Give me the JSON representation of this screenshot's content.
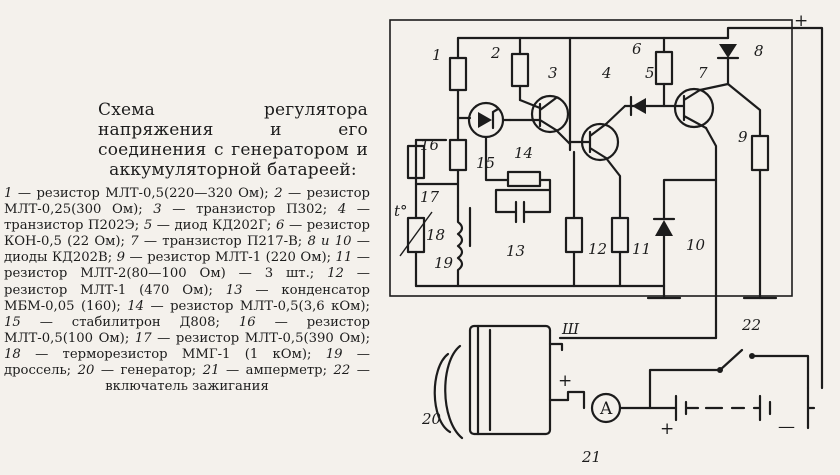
{
  "caption": {
    "title": "Схема регулятора напряжения и его соединения с генератором и аккумуляторной батареей:",
    "legend": [
      {
        "num": "1",
        "text": "резистор МЛТ-0,5(220—320 Ом);"
      },
      {
        "num": "2",
        "text": "резистор МЛТ-0,25(300 Ом);"
      },
      {
        "num": "3",
        "text": "транзистор П302;"
      },
      {
        "num": "4",
        "text": "транзистор П202Э;"
      },
      {
        "num": "5",
        "text": "диод КД202Г;"
      },
      {
        "num": "6",
        "text": "резистор КОН-0,5 (22 Ом);"
      },
      {
        "num": "7",
        "text": "транзистор П217-В;"
      },
      {
        "num": "8 и 10",
        "text": "диоды КД202В;"
      },
      {
        "num": "9",
        "text": "резистор МЛТ-1 (220 Ом);"
      },
      {
        "num": "11",
        "text": "резистор МЛТ-2(80—100 Ом) — 3 шт.;"
      },
      {
        "num": "12",
        "text": "резистор МЛТ-1 (470 Ом);"
      },
      {
        "num": "13",
        "text": "конденсатор МБМ-0,05 (160);"
      },
      {
        "num": "14",
        "text": "резистор МЛТ-0,5(3,6 кОм);"
      },
      {
        "num": "15",
        "text": "стабилитрон Д808;"
      },
      {
        "num": "16",
        "text": "резистор МЛТ-0,5(100 Ом);"
      },
      {
        "num": "17",
        "text": "резистор МЛТ-0,5(390 Ом);"
      },
      {
        "num": "18",
        "text": "терморезистор ММГ-1 (1 кОм);"
      },
      {
        "num": "19",
        "text": "дроссель;"
      },
      {
        "num": "20",
        "text": "генератор;"
      },
      {
        "num": "21",
        "text": "амперметр;"
      },
      {
        "num": "22",
        "text": "включатель зажигания"
      }
    ]
  },
  "schematic": {
    "labels": {
      "l1": "1",
      "l2": "2",
      "l3": "3",
      "l4": "4",
      "l5": "5",
      "l6": "6",
      "l7": "7",
      "l8": "8",
      "l9": "9",
      "l10": "10",
      "l11": "11",
      "l12": "12",
      "l13": "13",
      "l14": "14",
      "l15": "15",
      "l16": "16",
      "l17": "17",
      "l18": "18",
      "l19": "19",
      "l20": "20",
      "l21": "21",
      "l22": "22"
    },
    "terminal_sh": "Ш",
    "plus_top": "+",
    "plus_gen": "+",
    "plus_batt": "+",
    "minus_batt": "—",
    "temp_mark": "t°",
    "ammeter": "A"
  }
}
